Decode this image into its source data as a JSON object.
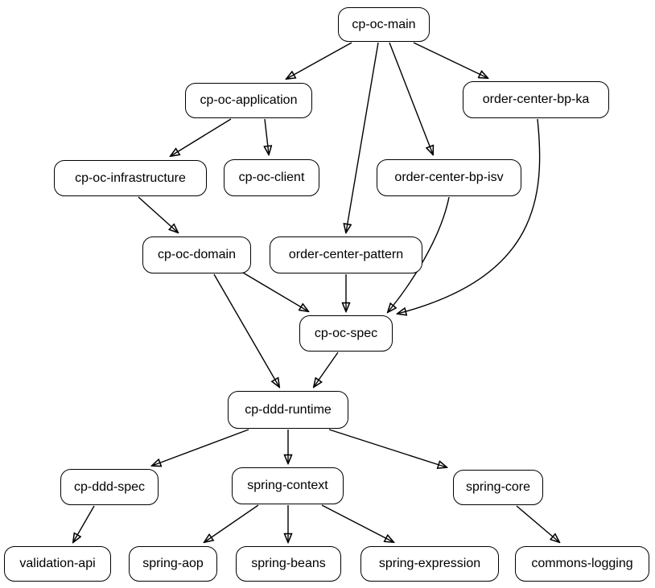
{
  "diagram": {
    "type": "dependency-graph",
    "background_color": "#ffffff",
    "node_fill_color": "#ffffff",
    "node_border_color": "#000000",
    "edge_color": "#000000",
    "nodes": [
      {
        "id": "cp-oc-main",
        "label": "cp-oc-main"
      },
      {
        "id": "cp-oc-application",
        "label": "cp-oc-application"
      },
      {
        "id": "order-center-bp-ka",
        "label": "order-center-bp-ka"
      },
      {
        "id": "cp-oc-infrastructure",
        "label": "cp-oc-infrastructure"
      },
      {
        "id": "cp-oc-client",
        "label": "cp-oc-client"
      },
      {
        "id": "order-center-bp-isv",
        "label": "order-center-bp-isv"
      },
      {
        "id": "cp-oc-domain",
        "label": "cp-oc-domain"
      },
      {
        "id": "order-center-pattern",
        "label": "order-center-pattern"
      },
      {
        "id": "cp-oc-spec",
        "label": "cp-oc-spec"
      },
      {
        "id": "cp-ddd-runtime",
        "label": "cp-ddd-runtime"
      },
      {
        "id": "cp-ddd-spec",
        "label": "cp-ddd-spec"
      },
      {
        "id": "spring-context",
        "label": "spring-context"
      },
      {
        "id": "spring-core",
        "label": "spring-core"
      },
      {
        "id": "validation-api",
        "label": "validation-api"
      },
      {
        "id": "spring-aop",
        "label": "spring-aop"
      },
      {
        "id": "spring-beans",
        "label": "spring-beans"
      },
      {
        "id": "spring-expression",
        "label": "spring-expression"
      },
      {
        "id": "commons-logging",
        "label": "commons-logging"
      }
    ],
    "edges": [
      {
        "from": "cp-oc-main",
        "to": "cp-oc-application"
      },
      {
        "from": "cp-oc-main",
        "to": "order-center-bp-ka"
      },
      {
        "from": "cp-oc-main",
        "to": "order-center-pattern"
      },
      {
        "from": "cp-oc-main",
        "to": "order-center-bp-isv"
      },
      {
        "from": "cp-oc-application",
        "to": "cp-oc-infrastructure"
      },
      {
        "from": "cp-oc-application",
        "to": "cp-oc-client"
      },
      {
        "from": "cp-oc-infrastructure",
        "to": "cp-oc-domain"
      },
      {
        "from": "cp-oc-domain",
        "to": "cp-oc-spec"
      },
      {
        "from": "cp-oc-domain",
        "to": "cp-ddd-runtime"
      },
      {
        "from": "order-center-pattern",
        "to": "cp-oc-spec"
      },
      {
        "from": "order-center-bp-isv",
        "to": "cp-oc-spec"
      },
      {
        "from": "order-center-bp-ka",
        "to": "cp-oc-spec"
      },
      {
        "from": "cp-oc-spec",
        "to": "cp-ddd-runtime"
      },
      {
        "from": "cp-ddd-runtime",
        "to": "cp-ddd-spec"
      },
      {
        "from": "cp-ddd-runtime",
        "to": "spring-context"
      },
      {
        "from": "cp-ddd-runtime",
        "to": "spring-core"
      },
      {
        "from": "cp-ddd-spec",
        "to": "validation-api"
      },
      {
        "from": "spring-context",
        "to": "spring-aop"
      },
      {
        "from": "spring-context",
        "to": "spring-beans"
      },
      {
        "from": "spring-context",
        "to": "spring-expression"
      },
      {
        "from": "spring-core",
        "to": "commons-logging"
      }
    ]
  }
}
